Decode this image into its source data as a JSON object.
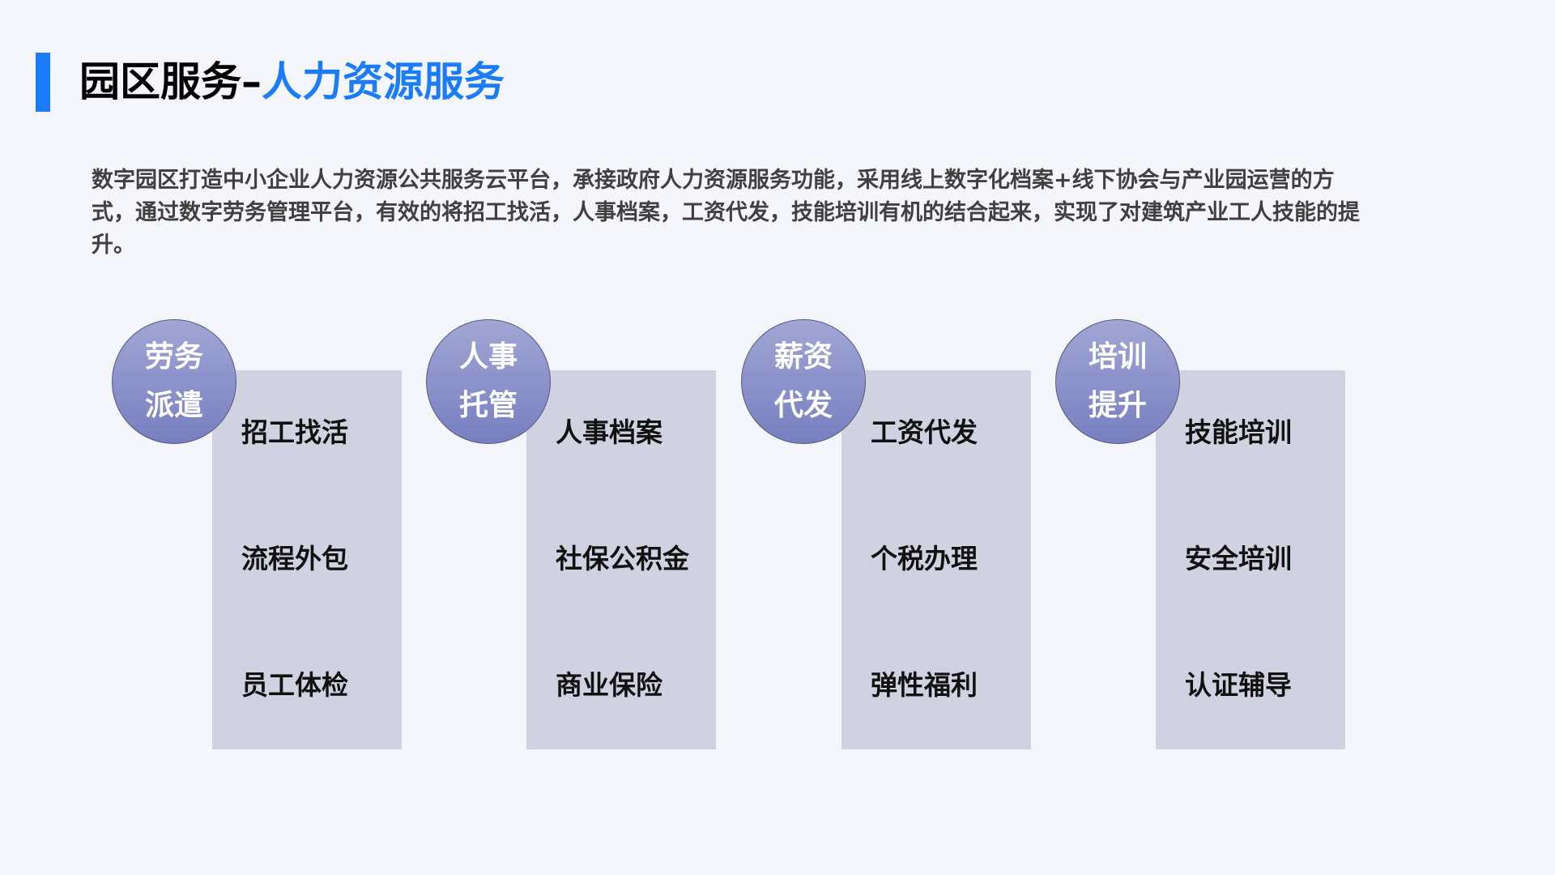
{
  "header": {
    "title_black": "园区服务–",
    "title_blue": "人力资源服务",
    "accent_color": "#1a7cf8"
  },
  "intro": "数字园区打造中小企业人力资源公共服务云平台，承接政府人力资源服务功能，采用线上数字化档案+线下协会与产业园运营的方式，通过数字劳务管理平台，有效的将招工找活，人事档案，工资代发，技能培训有机的结合起来，实现了对建筑产业工人技能的提升。",
  "columns": [
    {
      "circle": [
        "劳务",
        "派遣"
      ],
      "items": [
        "招工找活",
        "流程外包",
        "员工体检"
      ]
    },
    {
      "circle": [
        "人事",
        "托管"
      ],
      "items": [
        "人事档案",
        "社保公积金",
        "商业保险"
      ]
    },
    {
      "circle": [
        "薪资",
        "代发"
      ],
      "items": [
        "工资代发",
        "个税办理",
        "弹性福利"
      ]
    },
    {
      "circle": [
        "培训",
        "提升"
      ],
      "items": [
        "技能培训",
        "安全培训",
        "认证辅导"
      ]
    }
  ]
}
